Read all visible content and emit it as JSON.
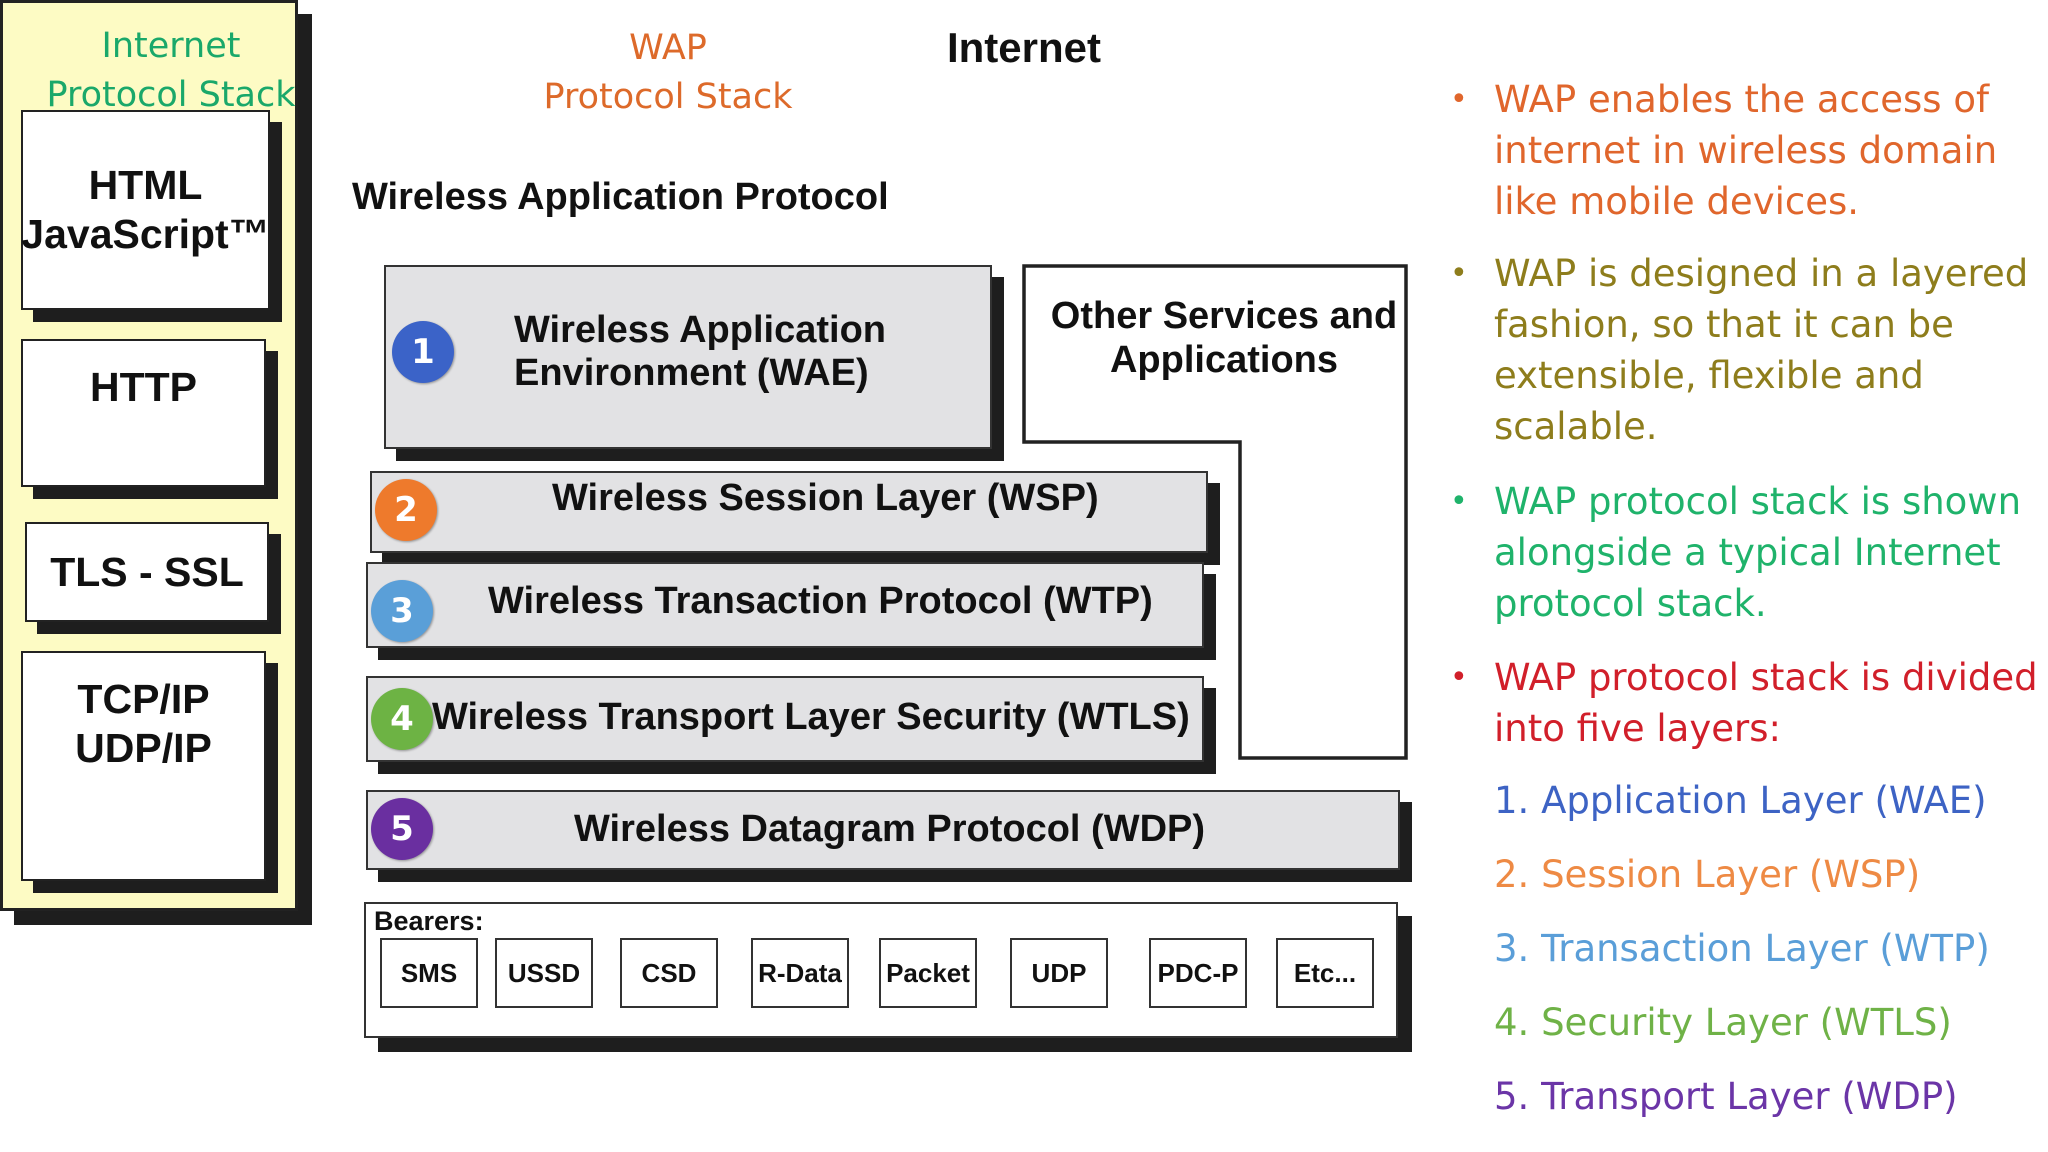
{
  "headings": {
    "internet_stack": "Internet\nProtocol Stack",
    "wap_stack": "WAP\nProtocol Stack"
  },
  "internet_stack": {
    "title": "Internet",
    "boxes": [
      "HTML\nJavaScript™",
      "HTTP",
      "TLS - SSL",
      "TCP/IP\nUDP/IP"
    ]
  },
  "wap_stack": {
    "title": "Wireless Application Protocol",
    "layers": [
      {
        "number": "1",
        "label": "Wireless Application\nEnvironment (WAE)",
        "color": "#3b63c8"
      },
      {
        "number": "2",
        "label": "Wireless Session Layer (WSP)",
        "color": "#ee7a2c"
      },
      {
        "number": "3",
        "label": "Wireless Transaction Protocol (WTP)",
        "color": "#5a9fd8"
      },
      {
        "number": "4",
        "label": "Wireless Transport Layer Security (WTLS)",
        "color": "#6db344"
      },
      {
        "number": "5",
        "label": "Wireless Datagram Protocol (WDP)",
        "color": "#6a2fa0"
      }
    ],
    "other_services": "Other Services and\nApplications",
    "bearers_title": "Bearers:",
    "bearers": [
      "SMS",
      "USSD",
      "CSD",
      "R-Data",
      "Packet",
      "UDP",
      "PDC-P",
      "Etc..."
    ]
  },
  "bullets": [
    {
      "text": "WAP enables the access of\ninternet in wireless domain\nlike mobile devices.",
      "color": "#e0662c"
    },
    {
      "text": "WAP is designed in a layered\nfashion, so that it can be\nextensible, flexible and\nscalable.",
      "color": "#8e7d1c"
    },
    {
      "text": "WAP protocol stack is shown\nalongside a typical Internet\nprotocol stack.",
      "color": "#1fb36b"
    },
    {
      "text": "WAP protocol stack is divided\ninto five layers:",
      "color": "#d11f2a"
    }
  ],
  "layer_list": [
    {
      "text": "1. Application Layer (WAE)",
      "color": "#3d63c4"
    },
    {
      "text": "2. Session Layer (WSP)",
      "color": "#ee8a44"
    },
    {
      "text": "3. Transaction Layer (WTP)",
      "color": "#5a9ed8"
    },
    {
      "text": "4. Security Layer (WTLS)",
      "color": "#6fb247"
    },
    {
      "text": "5. Transport Layer (WDP)",
      "color": "#6b35a7"
    }
  ],
  "colors": {
    "internet_heading": "#1aa86a",
    "wap_heading": "#dd6a2a",
    "internet_stack_bg": "#fdfbc4",
    "layer_bg": "#e2e2e4",
    "shadow": "#1e1e1e"
  }
}
